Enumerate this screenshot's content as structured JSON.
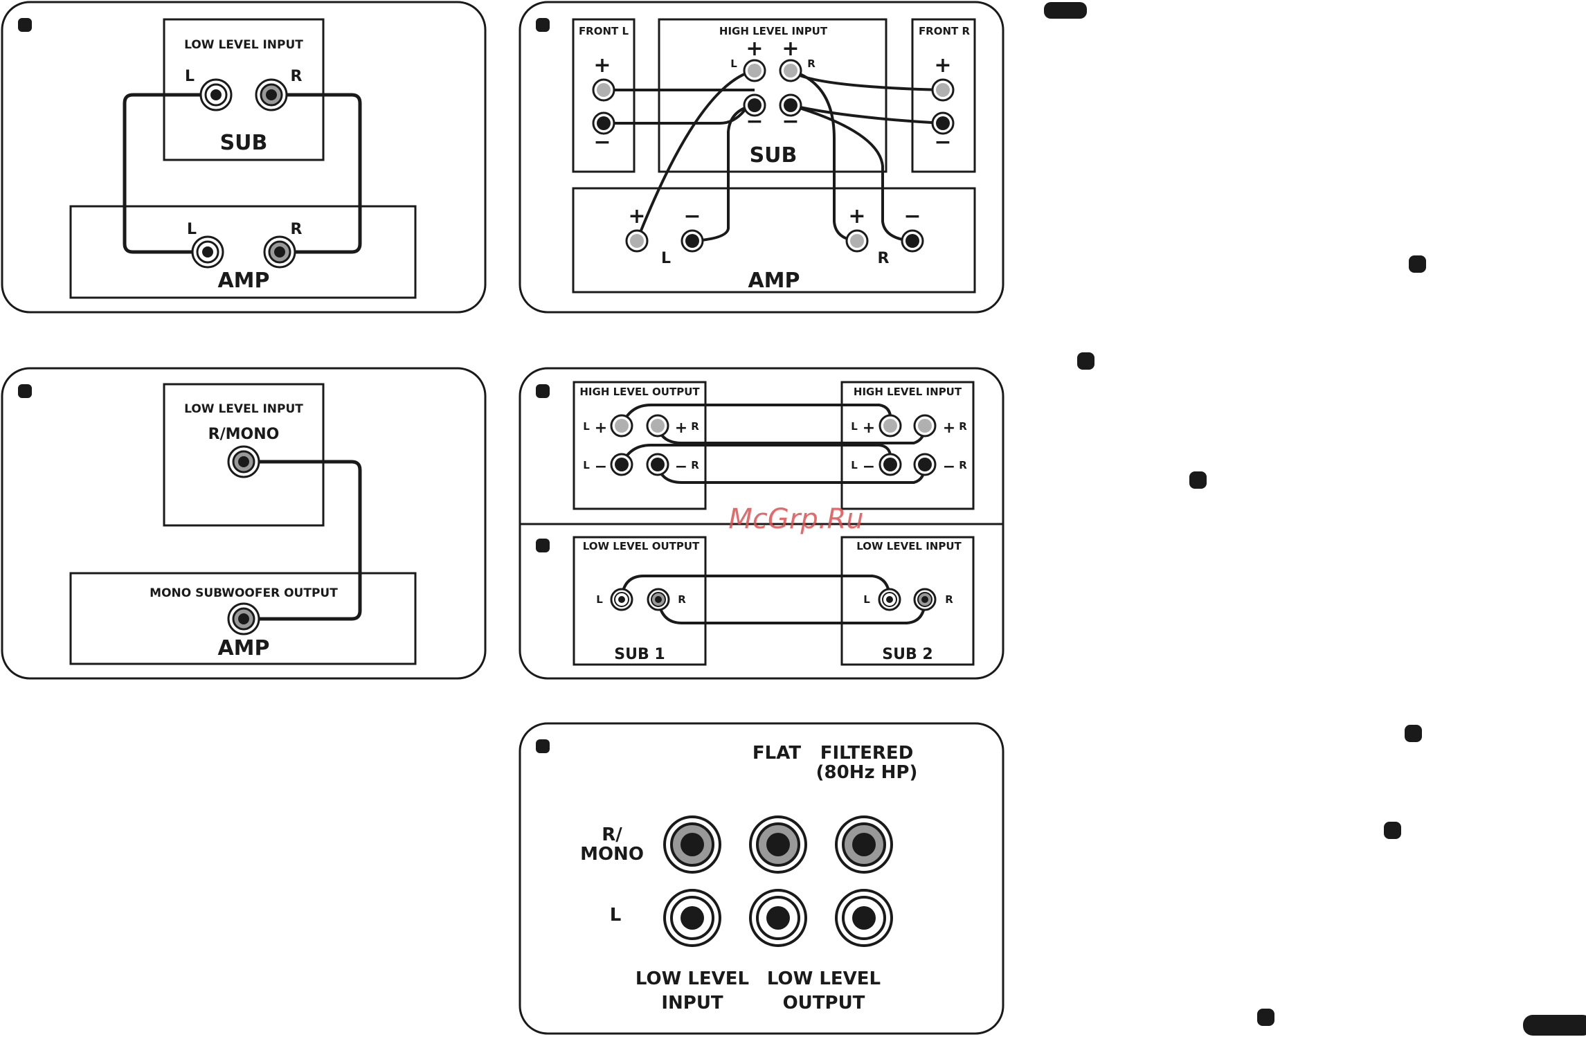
{
  "panel1": {
    "box_title": "LOW LEVEL INPUT",
    "sub_label": "SUB",
    "amp_label": "AMP",
    "left": "L",
    "right": "R"
  },
  "panel2": {
    "front_l": "FRONT L",
    "front_r": "FRONT R",
    "high_level_input": "HIGH LEVEL INPUT",
    "sub_label": "SUB",
    "amp_label": "AMP",
    "left": "L",
    "right": "R",
    "plus": "+",
    "minus": "−"
  },
  "panel3": {
    "box_title": "LOW LEVEL INPUT",
    "r_mono": "R/MONO",
    "mono_sub_output": "MONO SUBWOOFER OUTPUT",
    "amp_label": "AMP"
  },
  "panel4": {
    "high_level_output": "HIGH LEVEL OUTPUT",
    "high_level_input": "HIGH LEVEL INPUT",
    "low_level_output": "LOW LEVEL OUTPUT",
    "low_level_input": "LOW LEVEL INPUT",
    "sub1": "SUB 1",
    "sub2": "SUB 2",
    "left": "L",
    "right": "R",
    "plus": "+",
    "minus": "−"
  },
  "panel5": {
    "flat": "FLAT",
    "filtered_line1": "FILTERED",
    "filtered_line2": "(80Hz HP)",
    "r_mono_line1": "R/",
    "r_mono_line2": "MONO",
    "left": "L",
    "low_level_input_line1": "LOW LEVEL",
    "low_level_input_line2": "INPUT",
    "low_level_output_line1": "LOW LEVEL",
    "low_level_output_line2": "OUTPUT"
  },
  "watermark": "McGrp.Ru",
  "colors": {
    "ink": "#1a1a1a",
    "terminal_grey": "#b0b0b0",
    "watermark": "#e05050"
  }
}
